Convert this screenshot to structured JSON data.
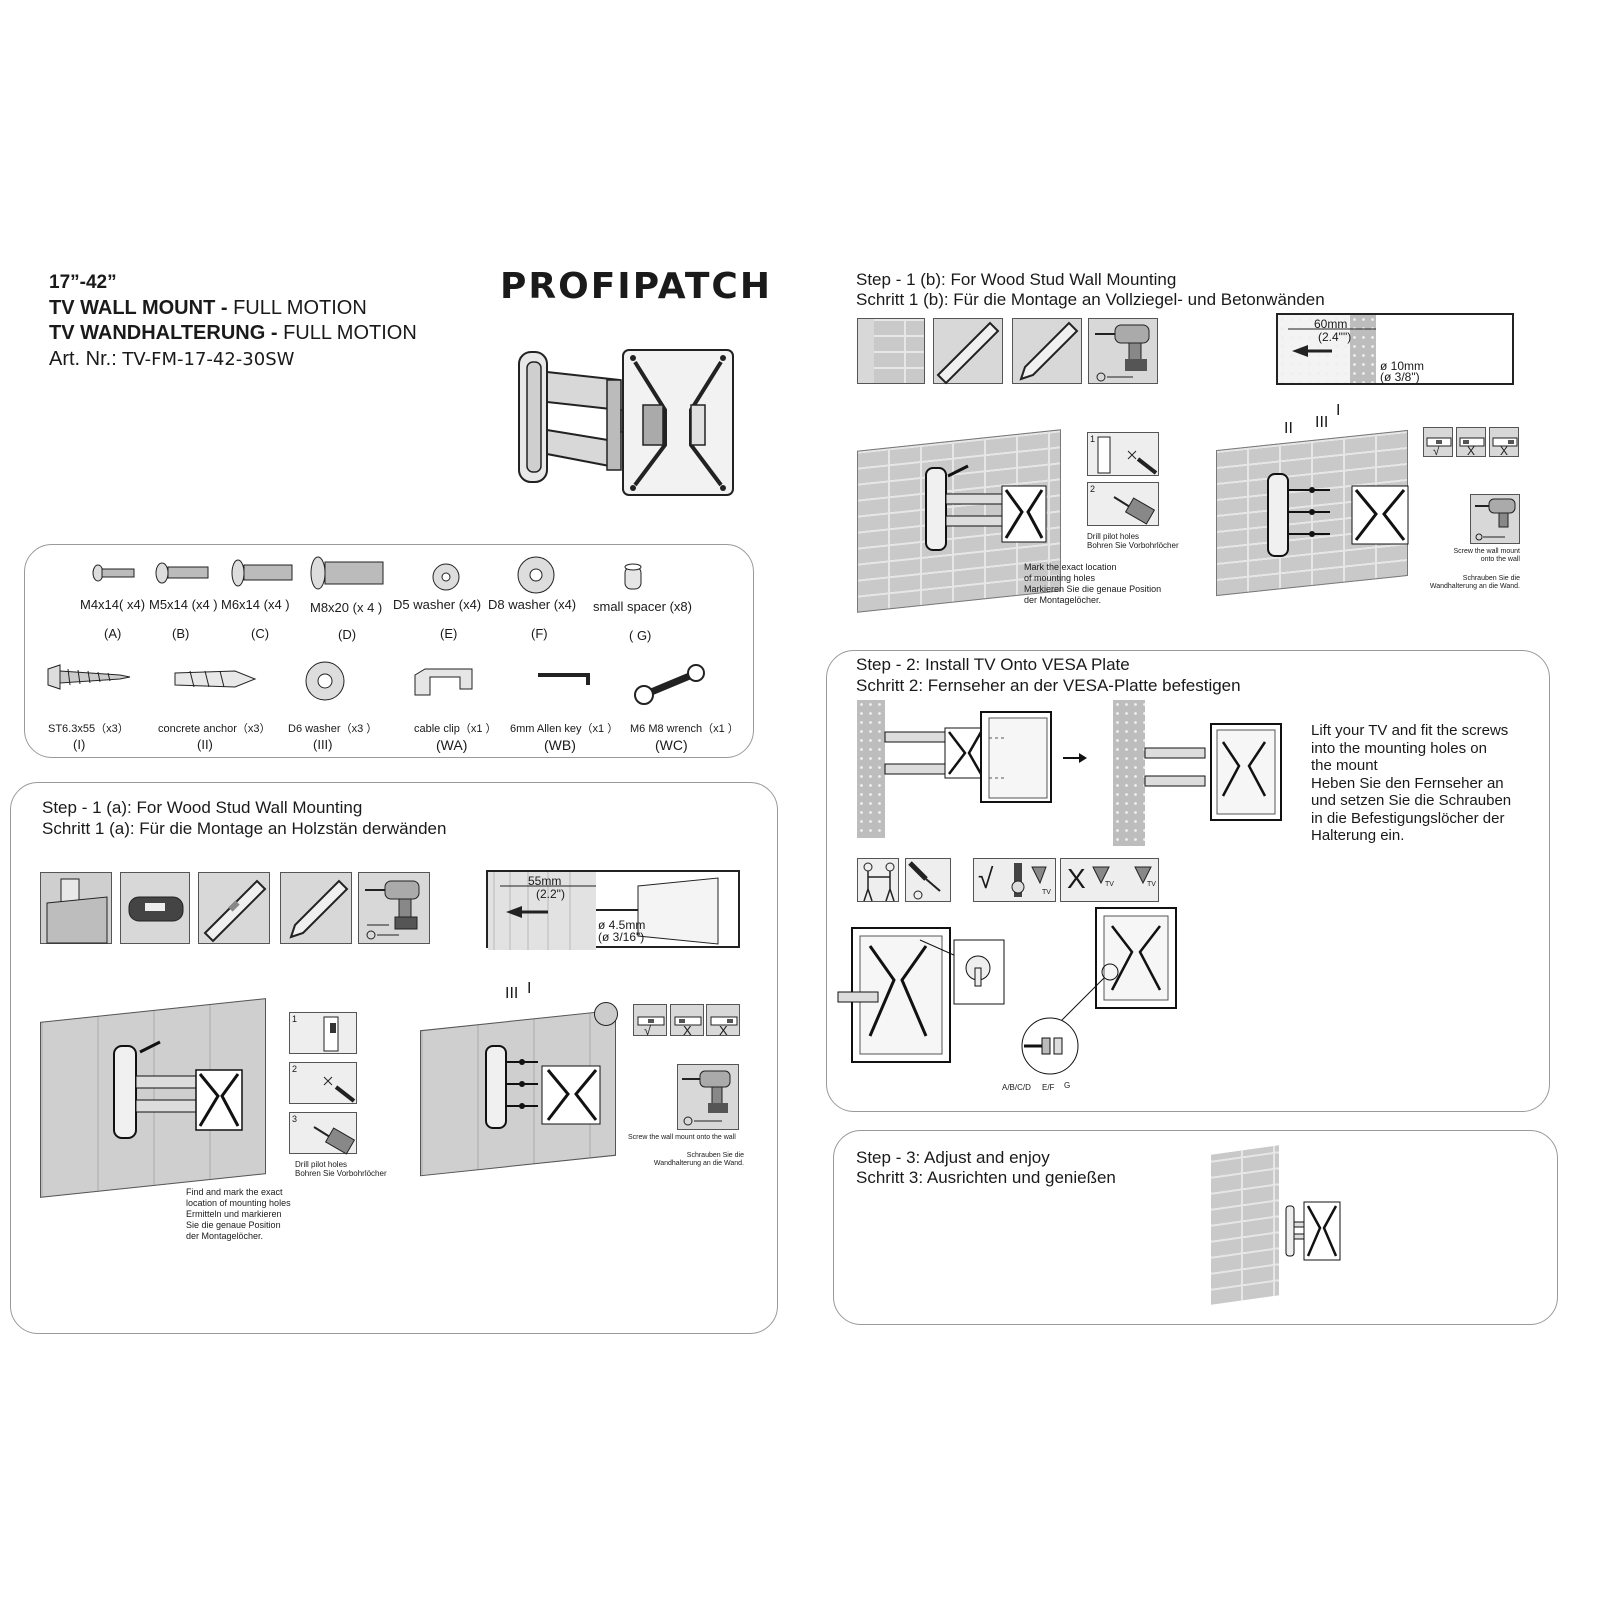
{
  "header": {
    "size": "17”-42”",
    "line_en_bold": "TV WALL MOUNT -",
    "line_en_light": "FULL MOTION",
    "line_de_bold": "TV WANDHALTERUNG -",
    "line_de_light": "FULL MOTION",
    "art_label": "Art. Nr.:",
    "art_number": "TV-FM-17-42-30SW",
    "brand": "PROFIPATCH"
  },
  "parts": {
    "row1": [
      {
        "name": "M4x14( x4)",
        "code": "(A)"
      },
      {
        "name": "M5x14 (x4 )",
        "code": "(B)"
      },
      {
        "name": "M6x14 (x4 )",
        "code": "(C)"
      },
      {
        "name": "M8x20 (x 4 )",
        "code": "(D)"
      },
      {
        "name": "D5 washer (x4)",
        "code": "(E)"
      },
      {
        "name": "D8 washer (x4)",
        "code": "(F)"
      },
      {
        "name": "small spacer (x8)",
        "code": "( G)"
      }
    ],
    "row2": [
      {
        "name": "ST6.3x55（x3）",
        "code": "(I)"
      },
      {
        "name": "concrete anchor（x3）",
        "code": "(II)"
      },
      {
        "name": "D6 washer（x3 ）",
        "code": "(III)"
      },
      {
        "name": "cable clip（x1 ）",
        "code": "(WA)"
      },
      {
        "name": "6mm Allen key（x1 ）",
        "code": "(WB)"
      },
      {
        "name": "M6 M8 wrench（x1 ）",
        "code": "(WC)"
      }
    ]
  },
  "step1a": {
    "title_en": "Step - 1 (a): For Wood Stud Wall Mounting",
    "title_de": "Schritt 1 (a): Für die Montage an Holzstän derwänden",
    "dim_depth": "55mm",
    "dim_depth_in": "(2.2\")",
    "dim_dia": "ø 4.5mm",
    "dim_dia_in": "(ø 3/16\")",
    "sub_steps": [
      "1",
      "2",
      "3"
    ],
    "drill_caption": "Drill pilot holes\nBohren Sie Vorbohrlöcher",
    "mark_caption": "Find and mark the exact\nlocation of mounting holes\nErmitteln und markieren\nSie die genaue Position\nder Montagelöcher.",
    "label_iii": "III",
    "label_i": "I",
    "screw_caption_en": "Screw the wall mount onto the wall",
    "screw_caption_de": "Schrauben Sie die\nWandhalterung an die Wand.",
    "level_marks": [
      "√",
      "X",
      "X"
    ]
  },
  "step1b": {
    "title_en": "Step - 1 (b): For Wood Stud Wall Mounting",
    "title_de": "Schritt 1 (b): Für die Montage an Vollziegel- und Betonwänden",
    "dim_depth": "60mm",
    "dim_depth_in": "(2.4\"\")",
    "dim_dia": "ø 10mm",
    "dim_dia_in": "(ø 3/8\")",
    "sub_steps": [
      "1",
      "2"
    ],
    "drill_caption": "Drill pilot holes\nBohren Sie Vorbohrlöcher",
    "mark_caption": "Mark the exact location\nof mounting holes\nMarkieren Sie die genaue Position\nder Montagelöcher.",
    "label_ii": "II",
    "label_iii": "III",
    "label_i": "I",
    "screw_caption_en": "Screw the wall mount\nonto the wall",
    "screw_caption_de": "Schrauben Sie die\nWandhalterung an die Wand.",
    "level_marks": [
      "√",
      "X",
      "X"
    ]
  },
  "step2": {
    "title_en": "Step - 2: Install TV Onto VESA Plate",
    "title_de": "Schritt 2: Fernseher an der VESA-Platte befestigen",
    "description": "Lift your TV and fit the screws\ninto the mounting holes on\nthe mount\nHeben Sie den Fernseher an\nund setzen Sie die Schrauben\nin die Befestigungslöcher der\nHalterung ein.",
    "tv_label": "TV",
    "marks": [
      "√",
      "X"
    ],
    "callouts": [
      "A/B/C/D",
      "E/F",
      "G"
    ]
  },
  "step3": {
    "title_en": "Step - 3: Adjust and enjoy",
    "title_de": "Schritt 3: Ausrichten und genießen"
  },
  "icons": {
    "drill": "drill-icon",
    "level": "spirit-level-icon",
    "pencil": "pencil-icon",
    "stud_finder": "stud-finder-icon",
    "brick": "brick-wall-icon",
    "wood": "wood-board-icon",
    "two_people": "two-people-icon",
    "screwdriver": "screwdriver-icon"
  },
  "colors": {
    "text": "#1a1a1a",
    "panel_border": "#9a9a9a",
    "icon_fill": "#d8d8d8",
    "wall_fill": "#c9c9c9"
  }
}
